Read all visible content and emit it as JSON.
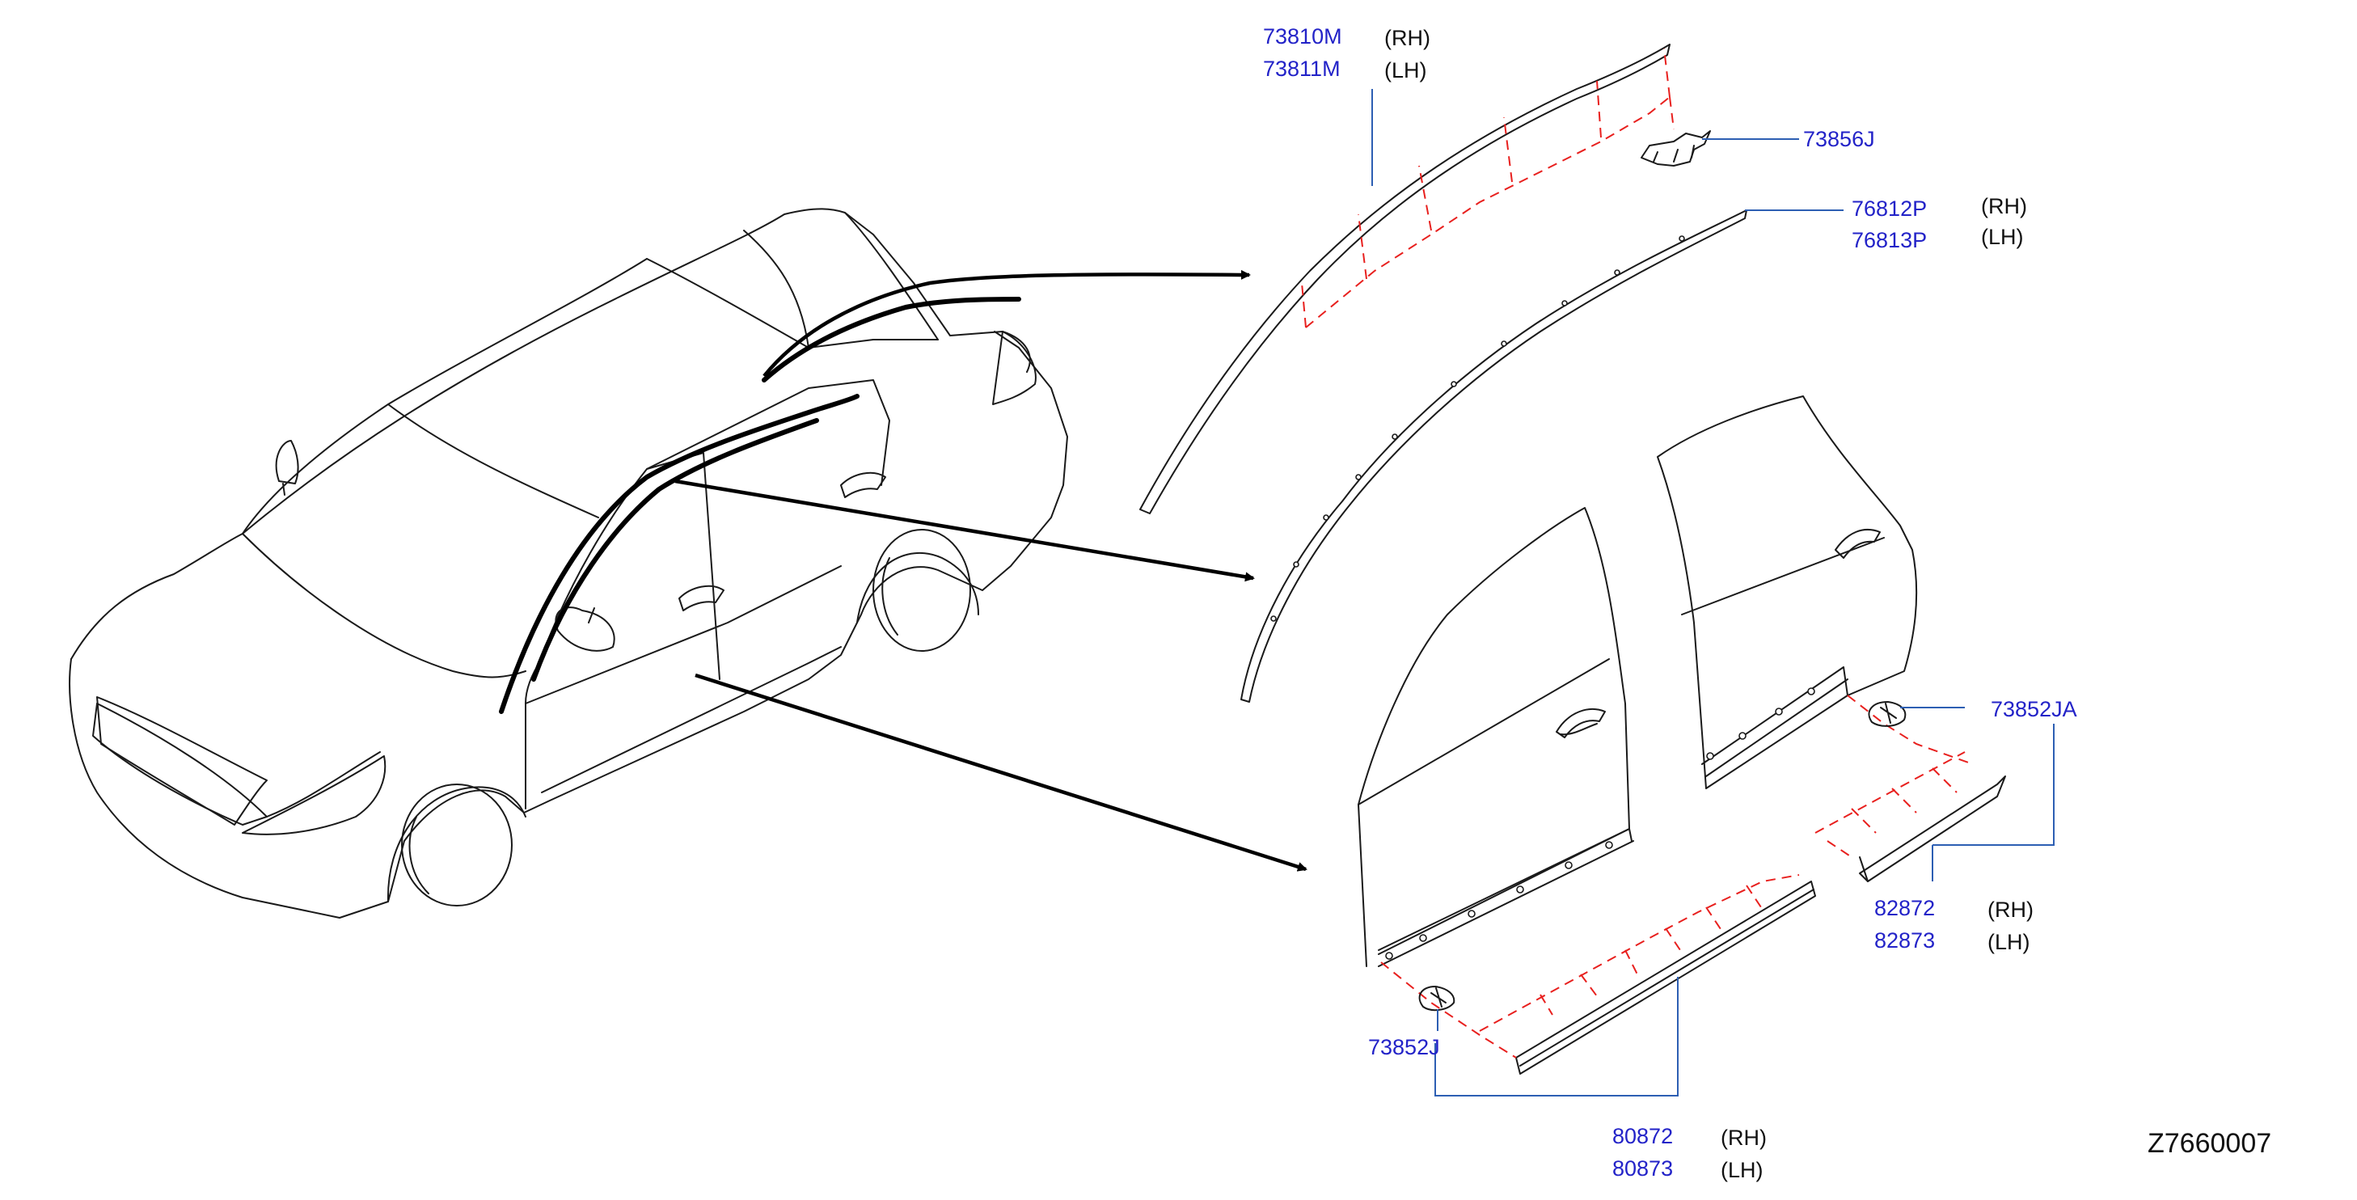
{
  "parts": [
    {
      "id": "p1",
      "number": "73810M",
      "side": "(RH)"
    },
    {
      "id": "p2",
      "number": "73811M",
      "side": "(LH)"
    },
    {
      "id": "p3",
      "number": "73856J",
      "side": ""
    },
    {
      "id": "p4",
      "number": "76812P",
      "side": "(RH)"
    },
    {
      "id": "p5",
      "number": "76813P",
      "side": "(LH)"
    },
    {
      "id": "p6",
      "number": "73852JA",
      "side": ""
    },
    {
      "id": "p7",
      "number": "82872",
      "side": "(RH)"
    },
    {
      "id": "p8",
      "number": "82873",
      "side": "(LH)"
    },
    {
      "id": "p9",
      "number": "73852J",
      "side": ""
    },
    {
      "id": "p10",
      "number": "80872",
      "side": "(RH)"
    },
    {
      "id": "p11",
      "number": "80873",
      "side": "(LH)"
    }
  ],
  "diagram_code": "Z7660007",
  "colors": {
    "part_number": "#2323c8",
    "leader_line": "#2d5fb3",
    "dashed_guide": "#e8201e",
    "outline": "#1a1a1a"
  }
}
